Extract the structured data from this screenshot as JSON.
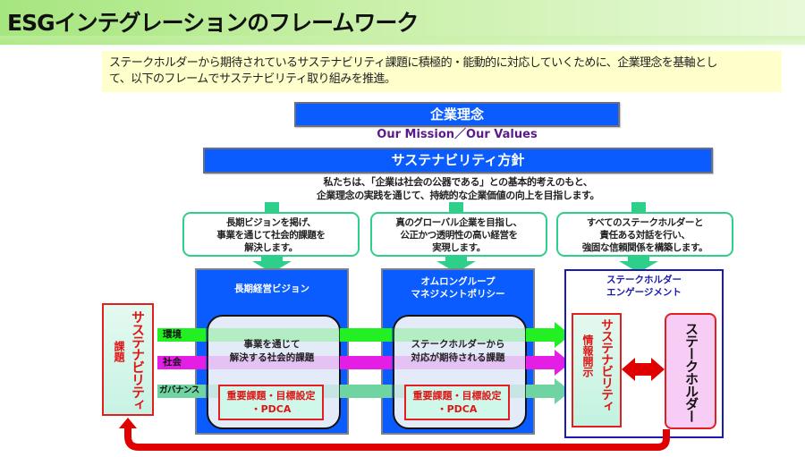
{
  "header": {
    "title": "ESGインテグレーションのフレームワーク"
  },
  "intro": {
    "line1": "ステークホルダーから期待されているサステナビリティ課題に積極的・能動的に対応していくために、企業理念を基軸とし",
    "line2": "て、以下のフレームでサステナビリティ取り組みを推進。"
  },
  "mission": {
    "label": "企業理念",
    "sub": "Our Mission／Our Values"
  },
  "policy": {
    "label": "サステナビリティ方針",
    "line1": "私たちは、「企業は社会の公器である」との基本的考えのもと、",
    "line2": "企業理念の実践を通じて、持続的な企業価値の向上を目指します。"
  },
  "callouts": [
    {
      "lines": [
        "長期ビジョンを掲げ、",
        "事業を通じて社会的課題を",
        "解決します。"
      ]
    },
    {
      "lines": [
        "真のグローバル企業を目指し、",
        "公正かつ透明性の高い経営を",
        "実現します。"
      ]
    },
    {
      "lines": [
        "すべてのステークホルダーと",
        "責任ある対話を行い、",
        "強固な信頼関係を構築します。"
      ]
    }
  ],
  "pillars": [
    {
      "title_lines": [
        "長期経営ビジョン"
      ],
      "inner_lines": [
        "事業を通じて",
        "解決する社会的課題"
      ],
      "red_lines": [
        "重要課題・目標設定",
        "・PDCA"
      ]
    },
    {
      "title_lines": [
        "オムロングループ",
        "マネジメントポリシー"
      ],
      "inner_lines": [
        "ステークホルダーから",
        "対応が期待される課題"
      ],
      "red_lines": [
        "重要課題・目標設定",
        "・PDCA"
      ]
    }
  ],
  "bands": [
    {
      "label": "環境",
      "color": "#22f022"
    },
    {
      "label": "社会",
      "color": "#e41ee4"
    },
    {
      "label": "ガバナンス",
      "color": "#6fd3a2"
    }
  ],
  "sustainability_issues": {
    "main": "サステナビリティ",
    "sub": "課題"
  },
  "engagement": {
    "title_lines": [
      "ステークホルダー",
      "エンゲージメント"
    ],
    "disclosure_main": "サステナビリティ",
    "disclosure_sub": "情報開示",
    "stakeholder": "ステークホルダー"
  },
  "colors": {
    "brand_blue": "#0a5cff",
    "accent_red": "#e01515",
    "callout_green": "#2ecf8a",
    "mission_purple": "#5b1a8a",
    "engagement_navy": "#1a1ab0"
  }
}
